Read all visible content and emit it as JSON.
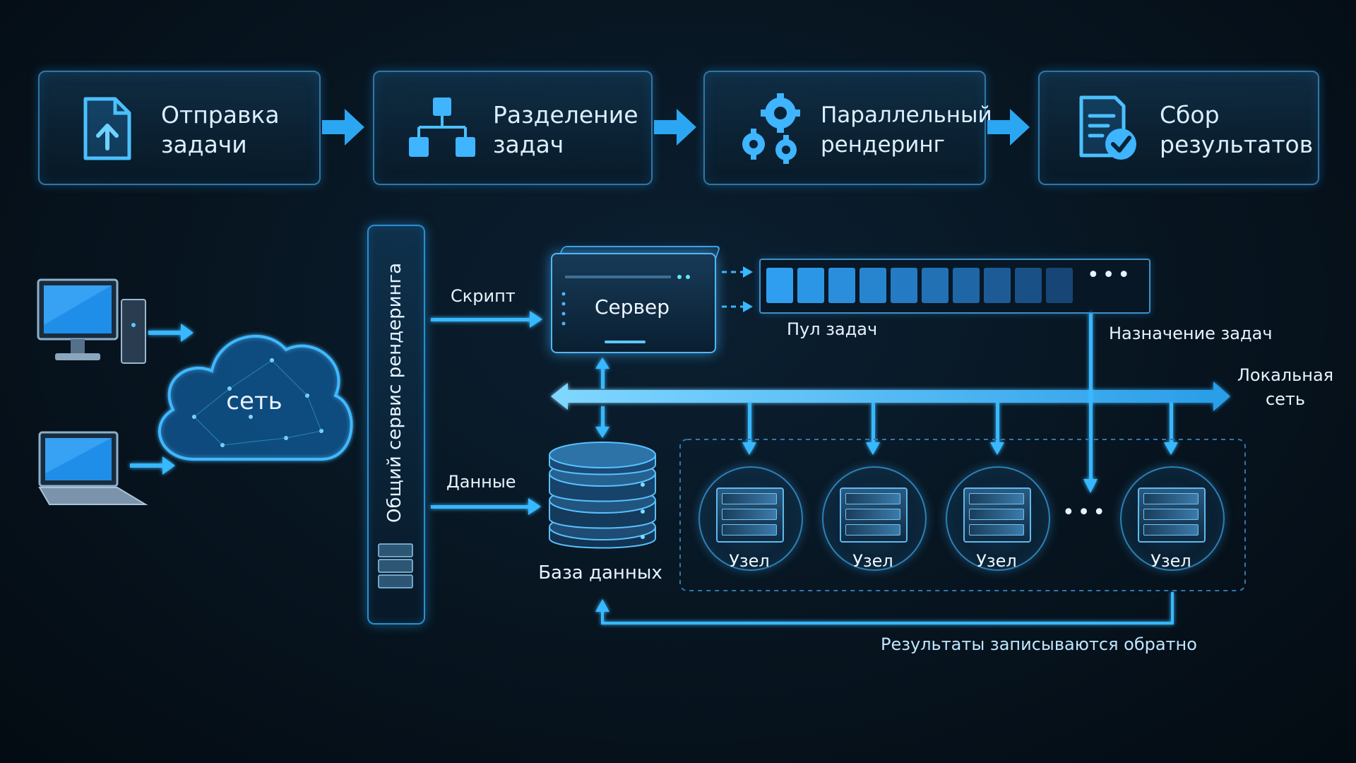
{
  "pipeline": {
    "steps": [
      {
        "label": "Отправка\nзадачи",
        "icon": "upload-document-icon"
      },
      {
        "label": "Разделение\nзадач",
        "icon": "hierarchy-icon"
      },
      {
        "label": "Параллельный\nрендеринг",
        "icon": "gears-icon"
      },
      {
        "label": "Сбор\nрезультатов",
        "icon": "checklist-icon"
      }
    ]
  },
  "cloud": {
    "label": "сеть"
  },
  "service": {
    "label": "Общий сервис рендеринга"
  },
  "flows": {
    "script": "Скрипт",
    "data": "Данные"
  },
  "server": {
    "label": "Сервер"
  },
  "pool": {
    "label": "Пул задач",
    "ellipsis": "•••"
  },
  "assignment": {
    "label": "Назначение задач"
  },
  "lan": {
    "label": "Локальная\nсеть"
  },
  "database": {
    "label": "База данных"
  },
  "nodes": {
    "labels": [
      "Узел",
      "Узел",
      "Узел",
      "Узел"
    ],
    "ellipsis": "•••"
  },
  "results": {
    "label": "Результаты записываются обратно"
  },
  "colors": {
    "accent": "#2aa8f5",
    "accent_bright": "#5cc8ff",
    "background": "#07141f"
  }
}
